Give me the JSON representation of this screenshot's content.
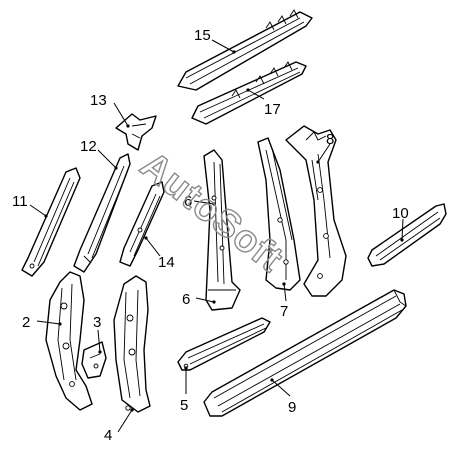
{
  "watermark": "AutoSoft",
  "callouts": {
    "c2": "2",
    "c3": "3",
    "c4": "4",
    "c5": "5",
    "c6a": "6",
    "c6b": "6",
    "c7": "7",
    "c8": "8",
    "c9": "9",
    "c10": "10",
    "c11": "11",
    "c12": "12",
    "c13": "13",
    "c14": "14",
    "c15": "15",
    "c17": "17"
  }
}
